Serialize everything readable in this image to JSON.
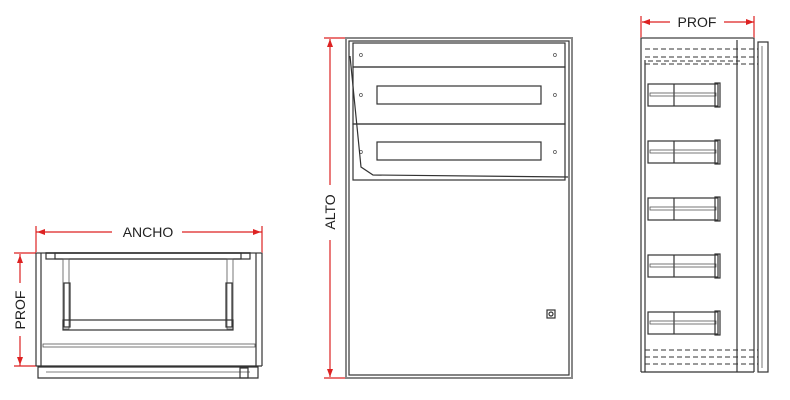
{
  "labels": {
    "width": "ANCHO",
    "depth_left": "PROF",
    "height": "ALTO",
    "depth_right": "PROF"
  },
  "colors": {
    "dimension": "#dd2222",
    "line": "#333333"
  }
}
